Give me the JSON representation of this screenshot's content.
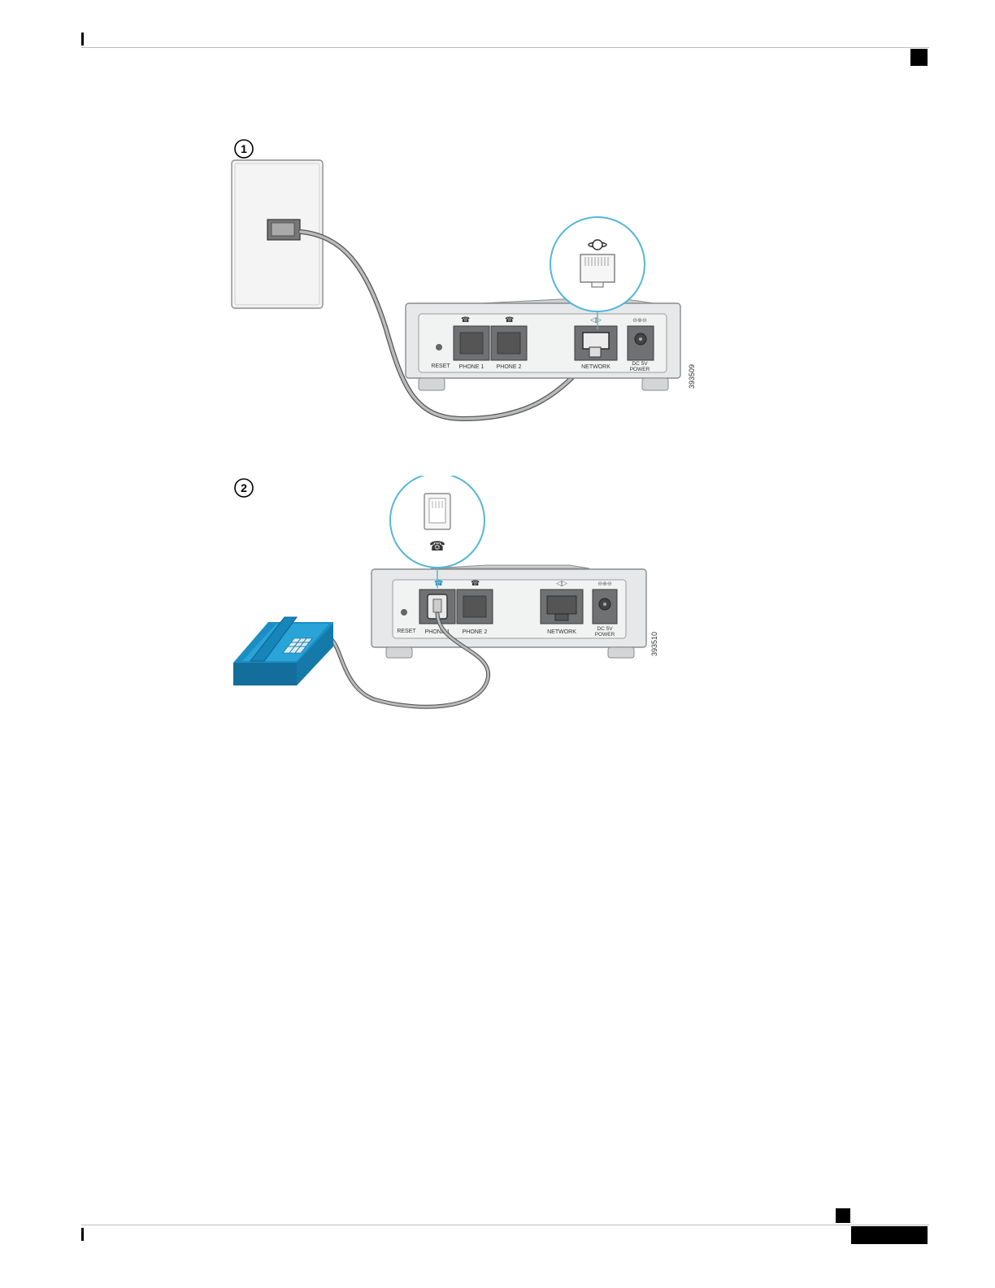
{
  "figure1": {
    "step": "1",
    "device": {
      "labels": {
        "reset": "RESET",
        "phone1": "PHONE 1",
        "phone2": "PHONE 2",
        "network": "NETWORK",
        "power_line1": "DC 5V",
        "power_line2": "POWER"
      }
    },
    "figure_id": "393509"
  },
  "figure2": {
    "step": "2",
    "device": {
      "labels": {
        "reset": "RESET",
        "phone1": "PHONE 1",
        "phone2": "PHONE 2",
        "network": "NETWORK",
        "power_line1": "DC 5V",
        "power_line2": "POWER"
      }
    },
    "figure_id": "393510"
  },
  "colors": {
    "callout_ring": "#55b6d8",
    "phone_blue": "#1b8ec4",
    "device_body": "#e7e8e9",
    "cable": "#8a8c8e"
  }
}
